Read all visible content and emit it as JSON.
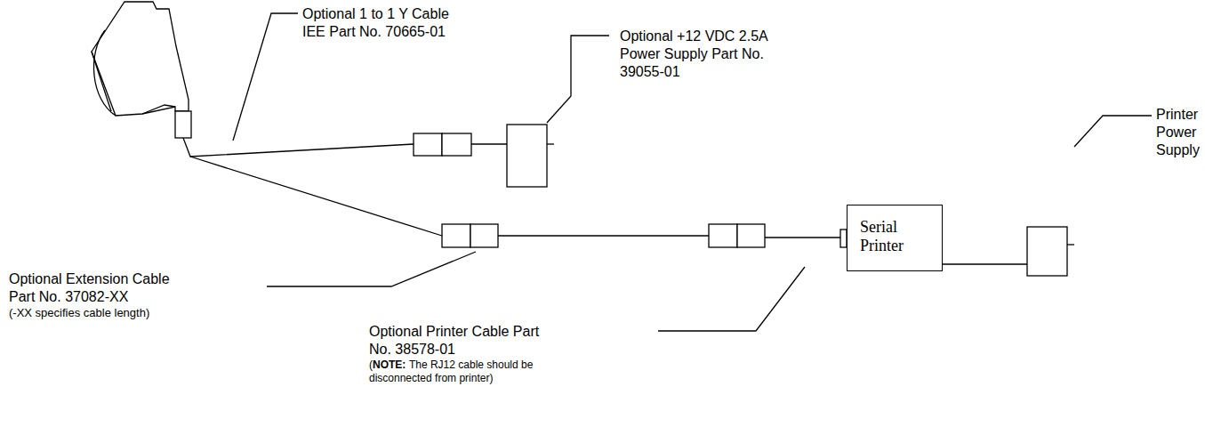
{
  "diagram": {
    "nodes": [
      {
        "text": [
          "Serial Printer"
        ]
      }
    ],
    "labels": [
      "Optional 1 to 1 Y Cable",
      "IEE Part No. 70665-01",
      "Optional +12 VDC 2.5A",
      "Power Supply Part No.",
      "39055-01",
      "Printer",
      "Power",
      "Supply",
      "Optional Extension Cable",
      "Part No. 37082-XX",
      "(-XX specifies cable length)",
      "Optional Printer Cable Part",
      "No. 38578-01",
      "(",
      "NOTE:",
      "The RJ12 cable should be disconnected from printer)"
    ]
  }
}
